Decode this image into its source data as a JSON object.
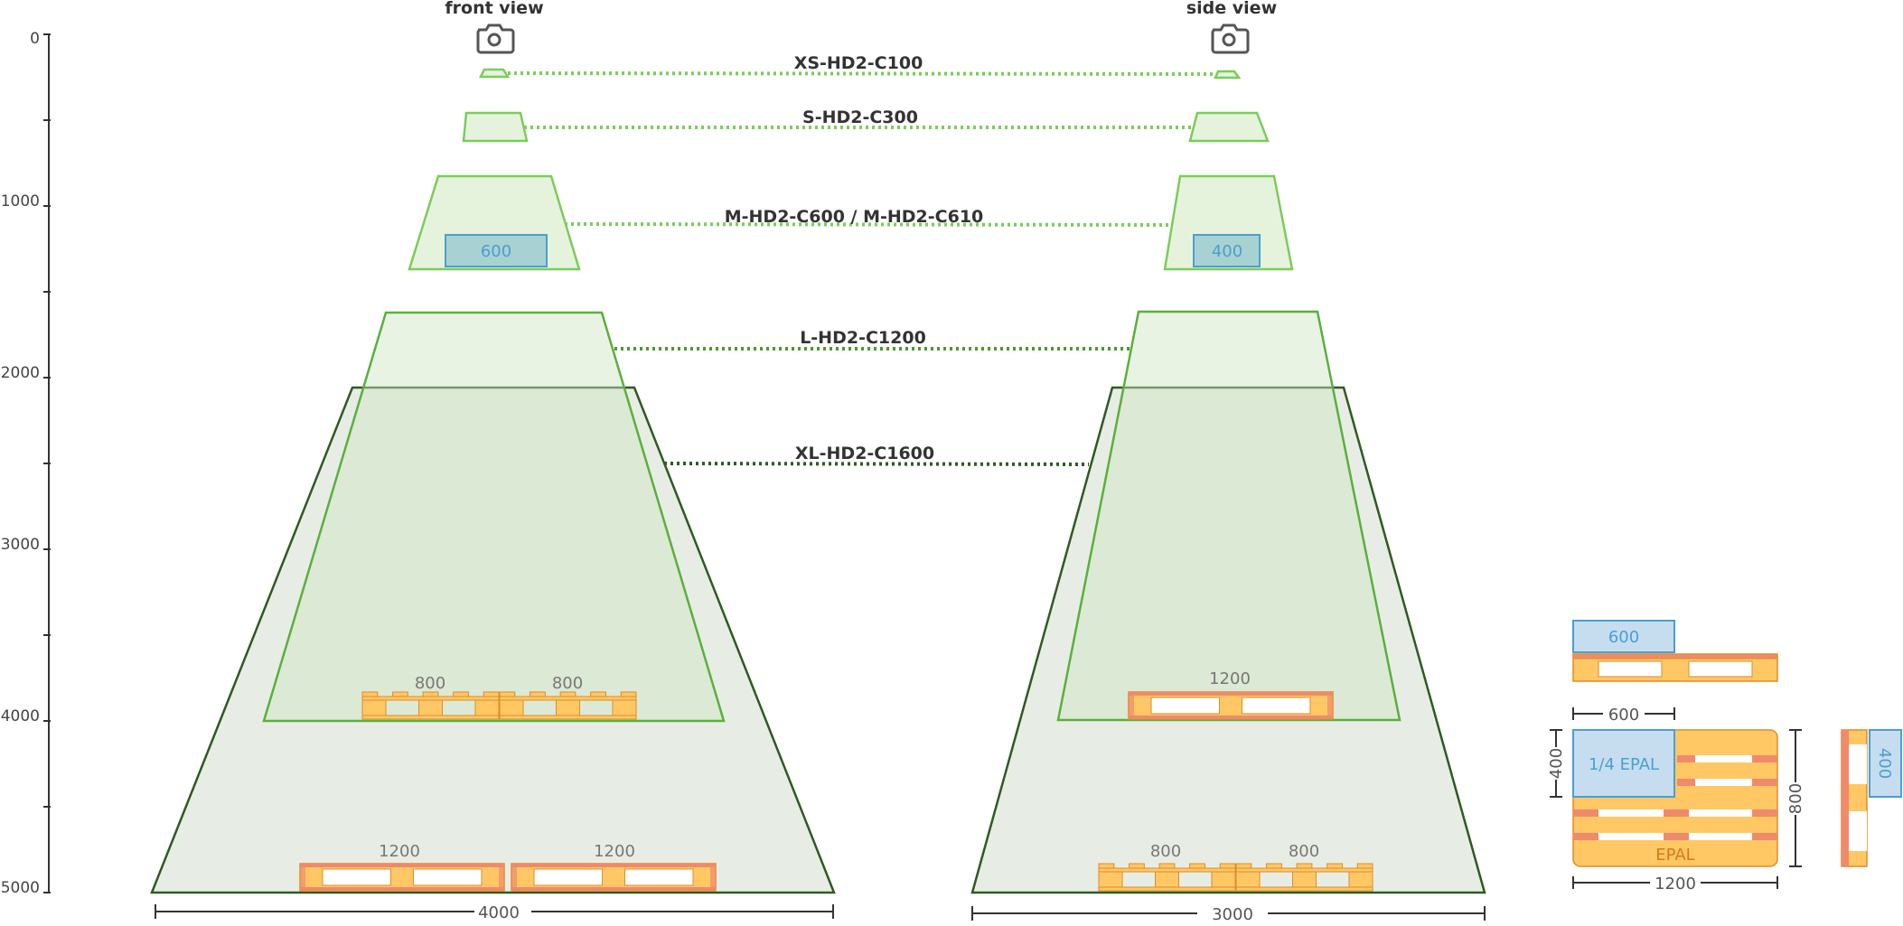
{
  "views": {
    "front_label": "front view",
    "side_label": "side view"
  },
  "axis": {
    "ticks": [
      "0",
      "1000",
      "2000",
      "3000",
      "4000",
      "5000"
    ]
  },
  "models": [
    {
      "id": "xs",
      "label": "XS-HD2-C100"
    },
    {
      "id": "s",
      "label": "S-HD2-C300"
    },
    {
      "id": "m",
      "label": "M-HD2-C600 / M-HD2-C610"
    },
    {
      "id": "l",
      "label": "L-HD2-C1200"
    },
    {
      "id": "xl",
      "label": "XL-HD2-C1600"
    }
  ],
  "m_areas": {
    "front": "600",
    "side": "400"
  },
  "l_pallets": {
    "front": [
      "800",
      "800"
    ],
    "side": [
      "1200"
    ]
  },
  "xl_pallets": {
    "front": [
      "1200",
      "1200"
    ],
    "side": [
      "800",
      "800"
    ]
  },
  "bottom_dims": {
    "front": "4000",
    "side": "3000"
  },
  "legend": {
    "top_box": "600",
    "width_600": "600",
    "height_400": "400",
    "quarter": "1/4 EPAL",
    "epal": "EPAL",
    "depth_800": "800",
    "width_1200": "1200",
    "side_box": "400"
  },
  "colors": {
    "light_green": "#7ccc5a",
    "mid_green": "#5ab03c",
    "dark_green": "#2f5a22",
    "pallet_fill": "#ffc864",
    "pallet_edge": "#e08a2a",
    "pallet_red": "#f08a6a",
    "area_fill": "#c6ddef",
    "area_edge": "#4a9fd0"
  }
}
